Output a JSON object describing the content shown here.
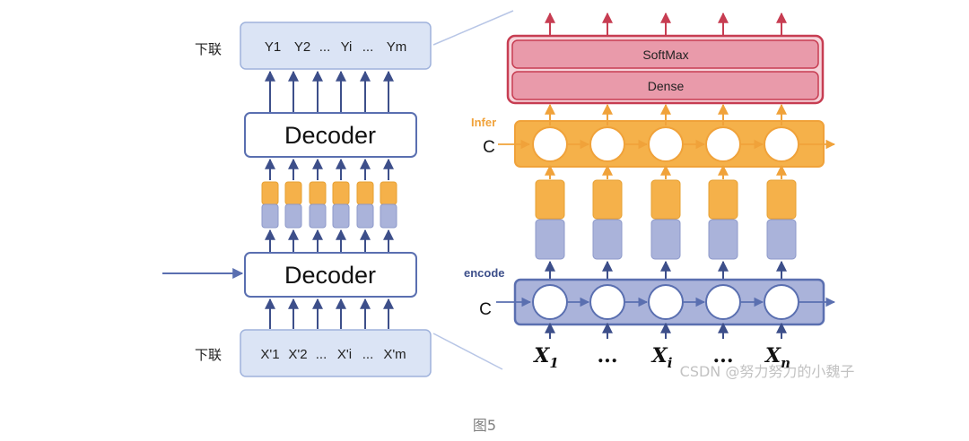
{
  "left": {
    "top_side_label": "下联",
    "bottom_side_label": "下联",
    "output_tokens": [
      "Y1",
      "Y2",
      "...",
      "Yi",
      "...",
      "Ym"
    ],
    "input_tokens": [
      "X'1",
      "X'2",
      "...",
      "X'i",
      "...",
      "X'm"
    ],
    "decoder_top_label": "Decoder",
    "decoder_bottom_label": "Decoder"
  },
  "right": {
    "softmax_label": "SoftMax",
    "dense_label": "Dense",
    "infer_label": "Infer",
    "encode_label": "encode",
    "infer_c": "C",
    "encode_c": "C",
    "inputs": [
      {
        "base": "X",
        "sub": "1"
      },
      {
        "base": "...",
        "sub": ""
      },
      {
        "base": "X",
        "sub": "i"
      },
      {
        "base": "...",
        "sub": ""
      },
      {
        "base": "X",
        "sub": "n"
      }
    ]
  },
  "watermark": "CSDN @努力努力的小魏子",
  "caption": "图5",
  "colors": {
    "blue_line": "#3d4f8a",
    "light_blue_box": "#dbe4f5",
    "orange": "#f5b14a",
    "purple_block": "#aab3da",
    "red": "#c73d52",
    "pink": "#e99aaa"
  }
}
